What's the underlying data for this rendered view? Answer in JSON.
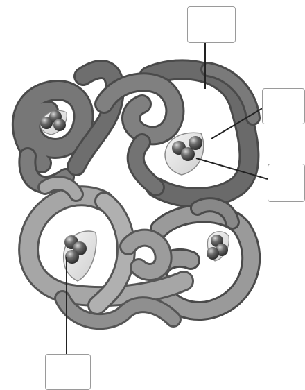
{
  "diagram": {
    "colors": {
      "chain_dark": "#6f6f6f",
      "chain_mid": "#8a8a8a",
      "chain_light": "#a8a8a8",
      "chain_edge": "#4a4a4a",
      "pocket": "#e9e9e9",
      "atom": "#5a5a5a",
      "leader_line": "#222222",
      "box_border": "#9a9a9a"
    },
    "labels": [
      {
        "id": "top",
        "text": ""
      },
      {
        "id": "right-upper",
        "text": ""
      },
      {
        "id": "right-lower",
        "text": ""
      },
      {
        "id": "bottom",
        "text": ""
      }
    ]
  }
}
